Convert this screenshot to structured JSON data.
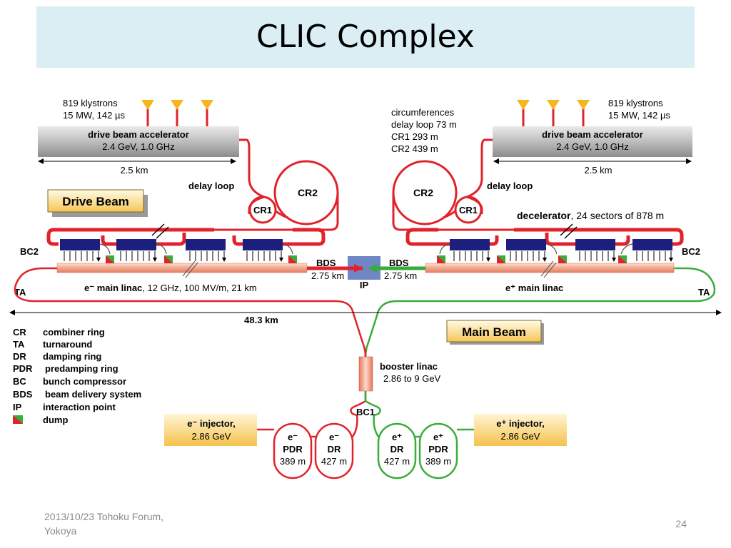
{
  "title": "CLIC Complex",
  "footer": {
    "date_line1": "2013/10/23 Tohoku Forum,",
    "date_line2": "Yokoya",
    "page": "24"
  },
  "colors": {
    "drive_beam": "#e2222b",
    "electron": "#e2222b",
    "positron": "#3aac3a",
    "title_bg": "#daeef3",
    "ip_box": "#6f87c4",
    "klystron": "#f5b61c",
    "pets": "#1d1f7f"
  },
  "klystrons": {
    "left_line1": "819 klystrons",
    "left_line2": "15 MW, 142 µs",
    "right_line1": "819 klystrons",
    "right_line2": "15 MW, 142 µs"
  },
  "drive_accel": {
    "left_name": "drive beam accelerator",
    "left_spec": "2.4 GeV, 1.0 GHz",
    "right_name": "drive beam accelerator",
    "right_spec": "2.4 GeV, 1.0 GHz",
    "left_length": "2.5 km",
    "right_length": "2.5 km"
  },
  "circumferences": {
    "line1": "circumferences",
    "line2": "delay loop 73 m",
    "line3": "CR1 293 m",
    "line4": "CR2 439 m"
  },
  "rings": {
    "delay_loop_left": "delay loop",
    "delay_loop_right": "delay loop",
    "cr1_left": "CR1",
    "cr2_left": "CR2",
    "cr1_right": "CR1",
    "cr2_right": "CR2"
  },
  "drive_beam_label": "Drive Beam",
  "main_beam_label": "Main Beam",
  "decelerator": {
    "bold": "decelerator",
    "rest": ", 24 sectors of 878 m"
  },
  "bc2_left": "BC2",
  "bc2_right": "BC2",
  "ta_left": "TA",
  "ta_right": "TA",
  "bds_left": "BDS",
  "bds_left_len": "2.75 km",
  "bds_right": "BDS",
  "bds_right_len": "2.75 km",
  "ip": "IP",
  "e_minus_linac": {
    "bold": "e⁻ main linac",
    "rest": ", 12 GHz, 100 MV/m, 21 km"
  },
  "e_plus_linac": "e⁺ main linac",
  "total_length": "48.3 km",
  "legend": [
    {
      "abbr": "CR",
      "text": "combiner ring"
    },
    {
      "abbr": "TA",
      "text": "turnaround"
    },
    {
      "abbr": "DR",
      "text": "damping ring"
    },
    {
      "abbr": "PDR",
      "text": "predamping ring"
    },
    {
      "abbr": "BC",
      "text": "bunch compressor"
    },
    {
      "abbr": "BDS",
      "text": "beam delivery system"
    },
    {
      "abbr": "IP",
      "text": "interaction point"
    },
    {
      "abbr": "",
      "text": "dump"
    }
  ],
  "booster": {
    "line1": "booster linac",
    "line2": "2.86 to 9 GeV"
  },
  "bc1": "BC1",
  "e_minus_injector": {
    "line1": "e⁻ injector,",
    "line2": "2.86 GeV"
  },
  "e_plus_injector": {
    "line1": "e⁺ injector,",
    "line2": "2.86 GeV"
  },
  "injector_rings": [
    {
      "l1": "e⁻",
      "l2": "PDR",
      "l3": "389 m"
    },
    {
      "l1": "e⁻",
      "l2": "DR",
      "l3": "427 m"
    },
    {
      "l1": "e⁺",
      "l2": "DR",
      "l3": "427 m"
    },
    {
      "l1": "e⁺",
      "l2": "PDR",
      "l3": "389 m"
    }
  ]
}
